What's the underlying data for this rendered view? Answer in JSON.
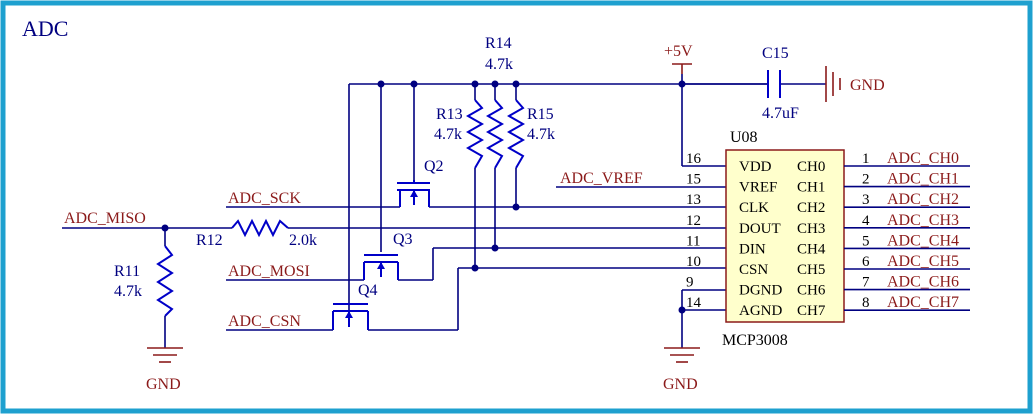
{
  "sheet": {
    "title": "ADC",
    "border_color": "#1ea0cf",
    "wire_color": "#000080",
    "part_color": "#0000c8",
    "net_color": "#8b1a1a",
    "chip_fill": "#ffffcc"
  },
  "nets": {
    "miso": "ADC_MISO",
    "sck": "ADC_SCK",
    "mosi": "ADC_MOSI",
    "csn": "ADC_CSN",
    "vref": "ADC_VREF",
    "vcc": "+5V",
    "gnd": "GND",
    "channels": [
      "ADC_CH0",
      "ADC_CH1",
      "ADC_CH2",
      "ADC_CH3",
      "ADC_CH4",
      "ADC_CH5",
      "ADC_CH6",
      "ADC_CH7"
    ]
  },
  "parts": {
    "r11": {
      "ref": "R11",
      "value": "4.7k"
    },
    "r12": {
      "ref": "R12",
      "value": "2.0k"
    },
    "r13": {
      "ref": "R13",
      "value": "4.7k"
    },
    "r14": {
      "ref": "R14",
      "value": "4.7k"
    },
    "r15": {
      "ref": "R15",
      "value": "4.7k"
    },
    "c15": {
      "ref": "C15",
      "value": "4.7uF"
    },
    "q2": {
      "ref": "Q2"
    },
    "q3": {
      "ref": "Q3"
    },
    "q4": {
      "ref": "Q4"
    }
  },
  "chip": {
    "ref": "U08",
    "part": "MCP3008",
    "left_pins": [
      {
        "num": "16",
        "name": "VDD"
      },
      {
        "num": "15",
        "name": "VREF"
      },
      {
        "num": "13",
        "name": "CLK"
      },
      {
        "num": "12",
        "name": "DOUT"
      },
      {
        "num": "11",
        "name": "DIN"
      },
      {
        "num": "10",
        "name": "CSN"
      },
      {
        "num": "9",
        "name": "DGND"
      },
      {
        "num": "14",
        "name": "AGND"
      }
    ],
    "right_pins": [
      {
        "num": "1",
        "name": "CH0"
      },
      {
        "num": "2",
        "name": "CH1"
      },
      {
        "num": "3",
        "name": "CH2"
      },
      {
        "num": "4",
        "name": "CH3"
      },
      {
        "num": "5",
        "name": "CH4"
      },
      {
        "num": "6",
        "name": "CH5"
      },
      {
        "num": "7",
        "name": "CH6"
      },
      {
        "num": "8",
        "name": "CH7"
      }
    ]
  }
}
